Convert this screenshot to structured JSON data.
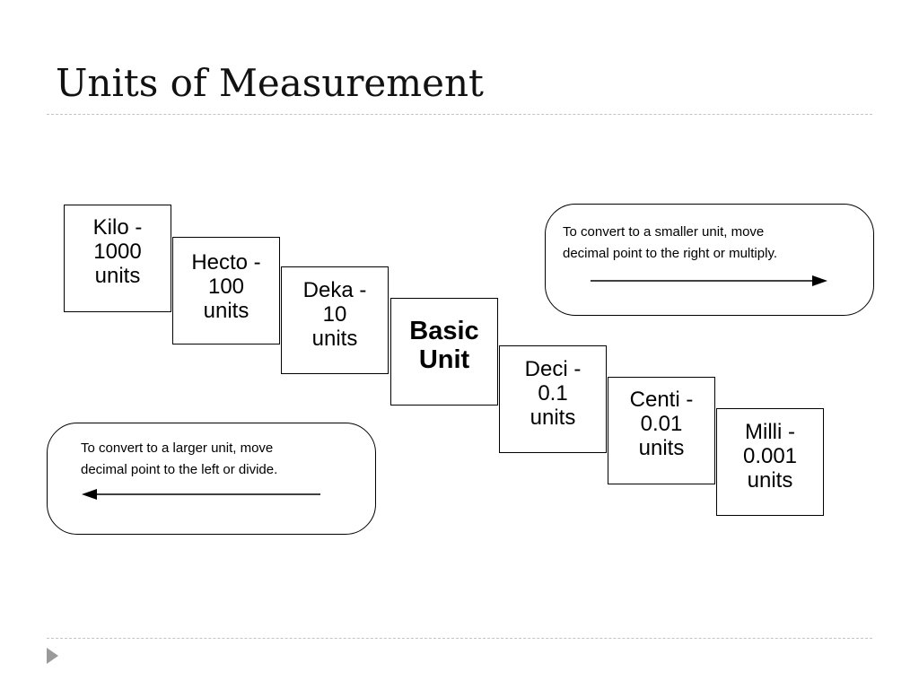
{
  "slide": {
    "title": "Units of Measurement"
  },
  "units": [
    {
      "lines": [
        "Kilo -",
        "1000",
        "units"
      ]
    },
    {
      "lines": [
        "Hecto -",
        "100",
        "units"
      ]
    },
    {
      "lines": [
        "Deka -",
        "10",
        "units"
      ]
    },
    {
      "lines": [
        "Basic",
        "Unit"
      ]
    },
    {
      "lines": [
        "Deci -",
        "0.1",
        "units"
      ]
    },
    {
      "lines": [
        "Centi -",
        "0.01",
        "units"
      ]
    },
    {
      "lines": [
        "Milli -",
        "0.001",
        "units"
      ]
    }
  ],
  "hints": {
    "smaller": {
      "line1": "To convert to a smaller unit, move",
      "line2": "decimal  point to the right or multiply."
    },
    "larger": {
      "line1": "To convert to a larger unit, move",
      "line2": "decimal  point to the left or divide."
    }
  }
}
